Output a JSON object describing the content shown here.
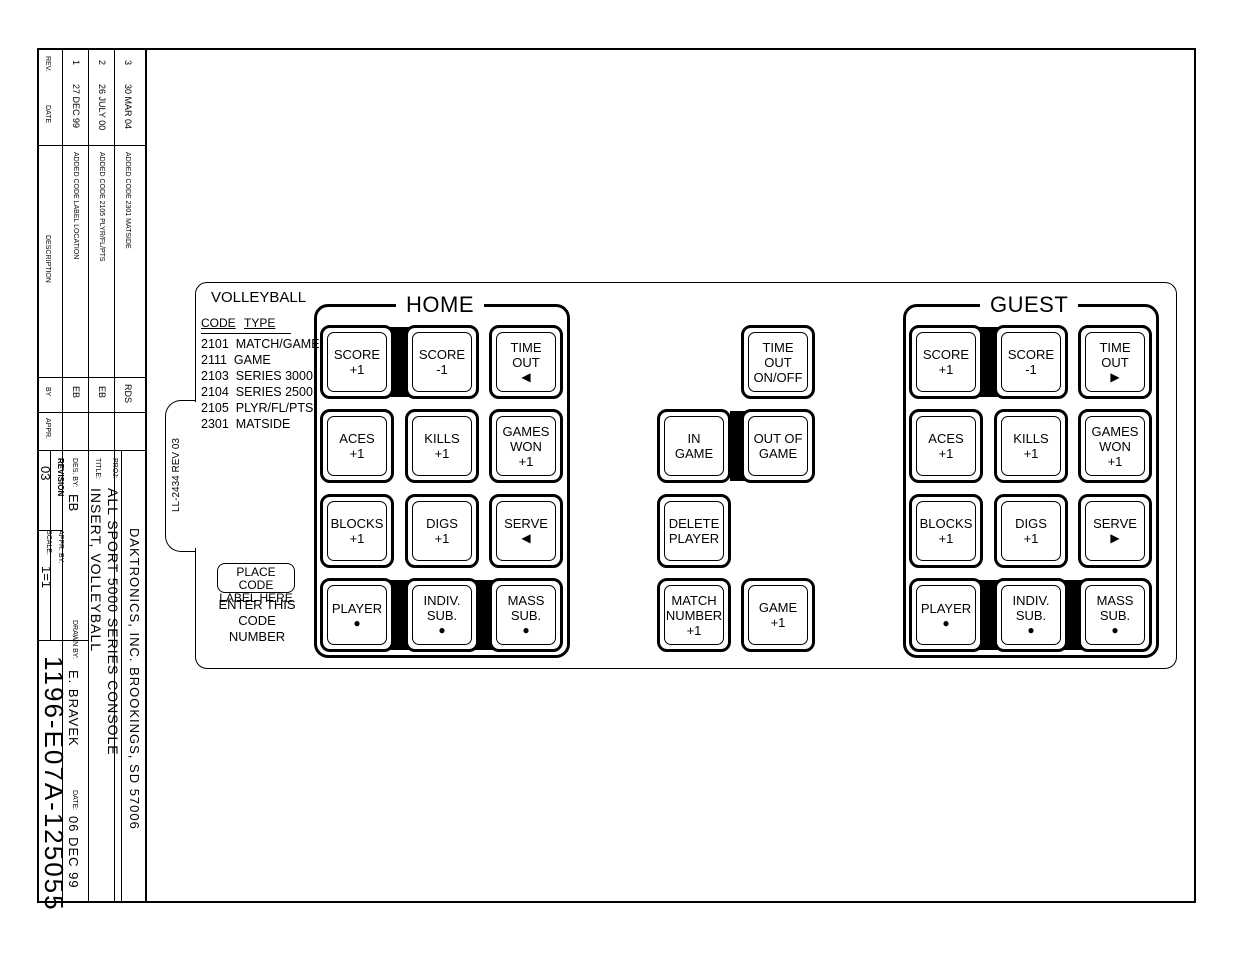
{
  "title_block": {
    "rev_header": "REV.",
    "date_header": "DATE",
    "description_header": "DESCRIPTION",
    "by_header": "BY",
    "appr_header": "APPR.",
    "revisions": [
      {
        "rev": "1",
        "date": "27 DEC 99",
        "description": "ADDED CODE LABEL LOCATION",
        "by": "EB"
      },
      {
        "rev": "2",
        "date": "26 JULY 00",
        "description": "ADDED CODE 2105 PLYR/FL/PTS",
        "by": "EB"
      },
      {
        "rev": "3",
        "date": "30 MAR 04",
        "description": "ADDED CODE 2301 MATSIDE",
        "by": "RDS"
      }
    ],
    "company": "DAKTRONICS, INC.  BROOKINGS, SD 57006",
    "proj_label": "PROJ:",
    "proj": "ALL SPORT 5000 SERIES CONSOLE",
    "title_label": "TITLE:",
    "title": "INSERT, VOLLEYBALL",
    "des_by_label": "DES. BY:",
    "des_by": "EB",
    "drawn_by_label": "DRAWN BY:",
    "drawn_by": "E. BRAVEK",
    "revision_label": "REVISION",
    "revision": "03",
    "appr_by_label": "APPR. BY:",
    "appr_by": "",
    "date_label": "DATE:",
    "date": "06 DEC 99",
    "scale_label": "SCALE:",
    "scale": "1=1",
    "drawing_number": "1196-E07A-125055"
  },
  "insert": {
    "part_number": "LL-2434 REV 03",
    "sport": "VOLLEYBALL",
    "code_header": "CODE",
    "type_header": "TYPE",
    "codes": [
      {
        "code": "2101",
        "type": "MATCH/GAME"
      },
      {
        "code": "2111",
        "type": "GAME"
      },
      {
        "code": "2103",
        "type": "SERIES 3000"
      },
      {
        "code": "2104",
        "type": "SERIES 2500"
      },
      {
        "code": "2105",
        "type": "PLYR/FL/PTS"
      },
      {
        "code": "2301",
        "type": "MATSIDE"
      }
    ],
    "code_label_line1": "PLACE CODE",
    "code_label_line2": "LABEL HERE",
    "enter_line1": "ENTER THIS",
    "enter_line2": "CODE NUMBER",
    "home_title": "HOME",
    "guest_title": "GUEST",
    "home_keys": {
      "score_plus": [
        "SCORE",
        "+1"
      ],
      "score_minus": [
        "SCORE",
        "-1"
      ],
      "time_out": [
        "TIME",
        "OUT"
      ],
      "aces": [
        "ACES",
        "+1"
      ],
      "kills": [
        "KILLS",
        "+1"
      ],
      "games_won": [
        "GAMES",
        "WON",
        "+1"
      ],
      "blocks": [
        "BLOCKS",
        "+1"
      ],
      "digs": [
        "DIGS",
        "+1"
      ],
      "serve": [
        "SERVE"
      ],
      "player": [
        "PLAYER"
      ],
      "indiv_sub": [
        "INDIV.",
        "SUB."
      ],
      "mass_sub": [
        "MASS",
        "SUB."
      ]
    },
    "guest_keys": {
      "score_plus": [
        "SCORE",
        "+1"
      ],
      "score_minus": [
        "SCORE",
        "-1"
      ],
      "time_out": [
        "TIME",
        "OUT"
      ],
      "aces": [
        "ACES",
        "+1"
      ],
      "kills": [
        "KILLS",
        "+1"
      ],
      "games_won": [
        "GAMES",
        "WON",
        "+1"
      ],
      "blocks": [
        "BLOCKS",
        "+1"
      ],
      "digs": [
        "DIGS",
        "+1"
      ],
      "serve": [
        "SERVE"
      ],
      "player": [
        "PLAYER"
      ],
      "indiv_sub": [
        "INDIV.",
        "SUB."
      ],
      "mass_sub": [
        "MASS",
        "SUB."
      ]
    },
    "center_keys": {
      "time_out_onoff": [
        "TIME",
        "OUT",
        "ON/OFF"
      ],
      "in_game": [
        "IN",
        "GAME"
      ],
      "out_of_game": [
        "OUT OF",
        "GAME"
      ],
      "delete_player": [
        "DELETE",
        "PLAYER"
      ],
      "match_number": [
        "MATCH",
        "NUMBER",
        "+1"
      ],
      "game_plus": [
        "GAME",
        "+1"
      ]
    }
  }
}
